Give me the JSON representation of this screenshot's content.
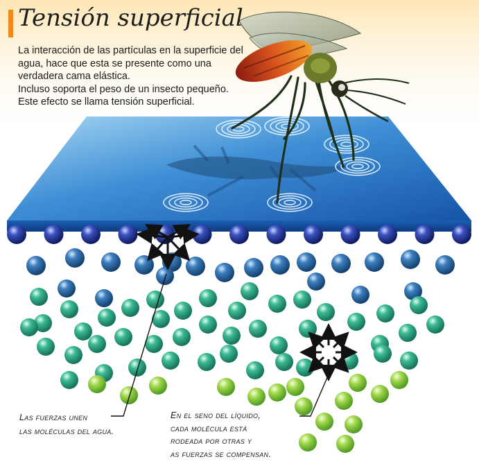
{
  "header": {
    "title": "Tensión superficial"
  },
  "intro": {
    "lines": [
      "La interacción de las partículas en la superficie del",
      "agua, hace que esta se presente como una",
      "verdadera cama elástica.",
      "Incluso soporta el peso de un insecto pequeño.",
      "Este efecto se llama tensión superficial."
    ]
  },
  "labels": {
    "surface_forces": [
      "Las fuerzas unen",
      "las moléculas del agua."
    ],
    "bulk_forces": [
      "En el seno del líquido,",
      "cada molécula está",
      "rodeada por otras y",
      "as fuerzas se compensan."
    ]
  },
  "colors": {
    "water_top": "#7fc3ea",
    "water_deep": "#1a63b5",
    "surface_molecule": "#1c2f8e",
    "mid_molecule": "#2f7a9e",
    "bulk_molecule": "#3fae8e",
    "deep_molecule": "#a8d646",
    "accent_orange": "#f08a1c"
  },
  "icons": [
    "mosquito-illustration",
    "ripple-rings",
    "force-arrows"
  ]
}
